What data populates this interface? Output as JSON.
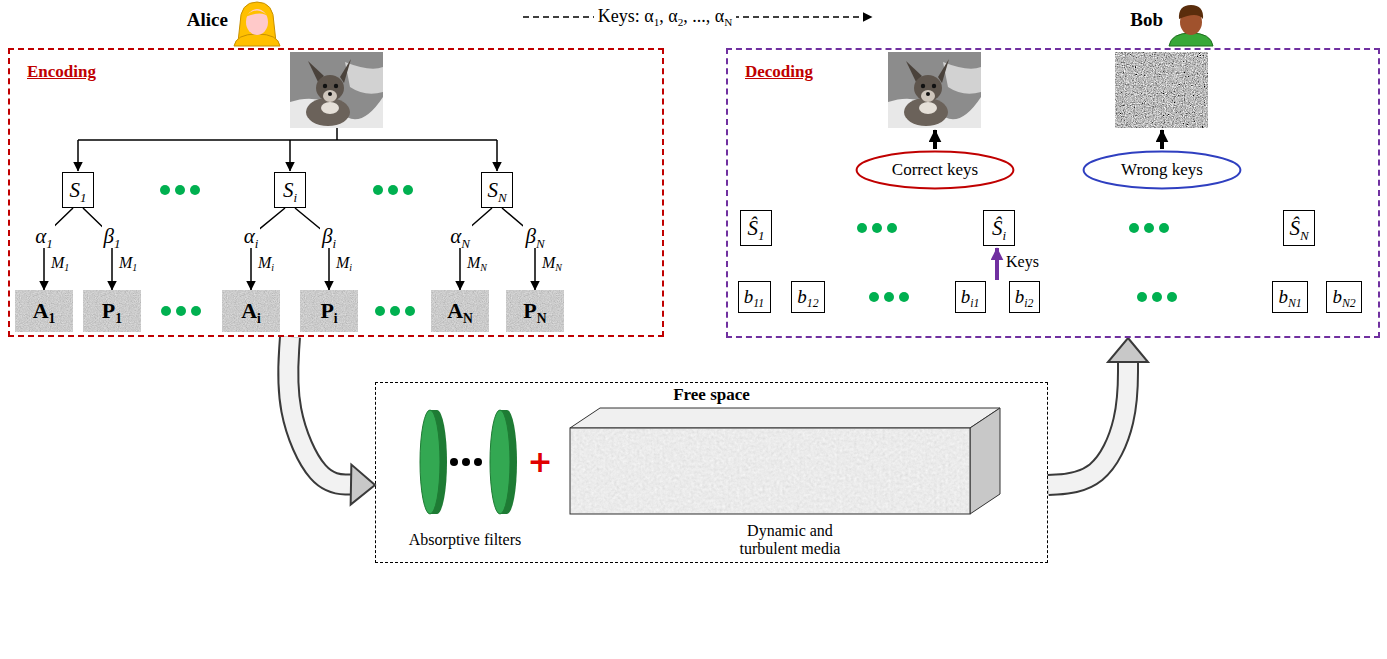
{
  "diagram": {
    "nodes": [
      {
        "text": [
          "Encoding"
        ]
      },
      {
        "text": [
          "S1"
        ],
        "in": 0
      },
      {
        "text": [
          "Si"
        ],
        "in": 0
      },
      {
        "text": [
          "SN"
        ],
        "in": 0
      },
      {
        "text": [
          "A1"
        ],
        "in": 0
      },
      {
        "text": [
          "P1"
        ],
        "in": 0
      },
      {
        "text": [
          "Ai"
        ],
        "in": 0
      },
      {
        "text": [
          "Pi"
        ],
        "in": 0
      },
      {
        "text": [
          "AN"
        ],
        "in": 0
      },
      {
        "text": [
          "PN"
        ],
        "in": 0
      },
      {
        "text": [
          "Decoding"
        ]
      },
      {
        "text": [
          "Correct keys"
        ],
        "in": 10
      },
      {
        "text": [
          "Wrong keys"
        ],
        "in": 10
      },
      {
        "text": [
          "Ŝ1"
        ],
        "in": 10
      },
      {
        "text": [
          "Ŝi"
        ],
        "in": 10
      },
      {
        "text": [
          "ŜN"
        ],
        "in": 10
      },
      {
        "text": [
          "b11"
        ],
        "in": 10
      },
      {
        "text": [
          "b12"
        ],
        "in": 10
      },
      {
        "text": [
          "bi1"
        ],
        "in": 10
      },
      {
        "text": [
          "bi2"
        ],
        "in": 10
      },
      {
        "text": [
          "bN1"
        ],
        "in": 10
      },
      {
        "text": [
          "bN2"
        ],
        "in": 10
      },
      {
        "text": [
          "Free space"
        ]
      }
    ],
    "edges": [
      {
        "from": 1,
        "to": 4,
        "label": "α1",
        "arrow": "to"
      },
      {
        "from": 1,
        "to": 5,
        "label": "β1",
        "arrow": "to"
      },
      {
        "from": 2,
        "to": 6,
        "label": "αi",
        "arrow": "to"
      },
      {
        "from": 2,
        "to": 7,
        "label": "βi",
        "arrow": "to"
      },
      {
        "from": 3,
        "to": 8,
        "label": "αN",
        "arrow": "to"
      },
      {
        "from": 3,
        "to": 9,
        "label": "βN",
        "arrow": "to"
      },
      {
        "from": 0,
        "to": 22,
        "arrow": "to"
      },
      {
        "from": 22,
        "to": 10,
        "arrow": "to"
      }
    ],
    "labels": [
      "Alice",
      "Keys: α1, α2, ..., αN",
      "Bob",
      "M1",
      "M1",
      "Mi",
      "Mi",
      "MN",
      "MN",
      "Keys",
      "Absorptive filters",
      "+",
      "Dynamic and turbulent media"
    ]
  }
}
